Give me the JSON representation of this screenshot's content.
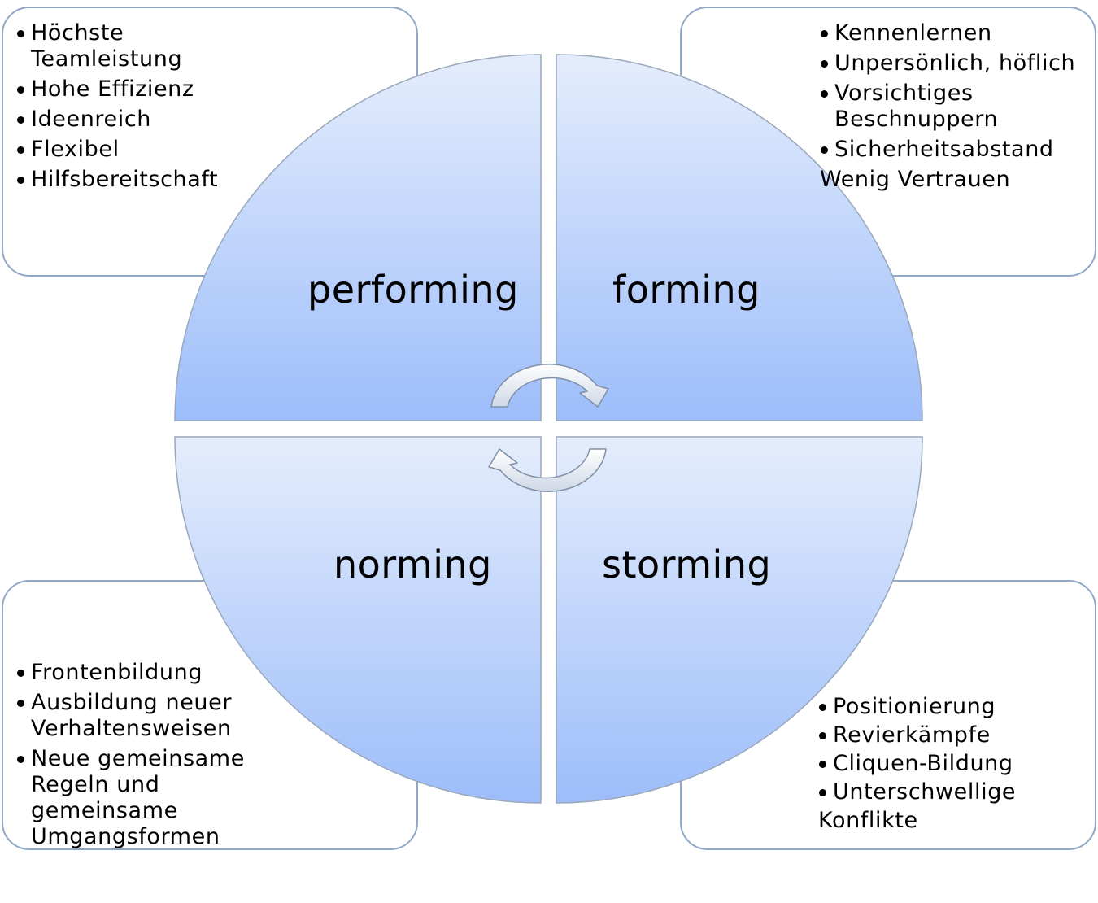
{
  "phases": {
    "performing": "performing",
    "forming": "forming",
    "norming": "norming",
    "storming": "storming"
  },
  "boxes": {
    "performing": [
      "Höchste Teamleistung",
      "Hohe Effizienz",
      "Ideenreich",
      "Flexibel",
      "Hilfsbereitschaft"
    ],
    "forming": [
      "Kennenlernen",
      "Unpersönlich, höflich",
      "Vorsichtiges Beschnuppern",
      "Sicherheitsabstand",
      "Wenig Vertrauen"
    ],
    "norming": [
      "Frontenbildung",
      "Ausbildung neuer Verhaltensweisen",
      "Neue gemeinsame Regeln und gemeinsame Umgangsformen"
    ],
    "storming": [
      "Positionierung",
      "Revierkämpfe",
      "Cliquen-Bildung",
      "Unterschwellige",
      "Konflikte"
    ]
  },
  "colors": {
    "quadrant_light": "#e4edfc",
    "quadrant_dark": "#9dbdfa",
    "card_border": "#8fa8c8"
  }
}
